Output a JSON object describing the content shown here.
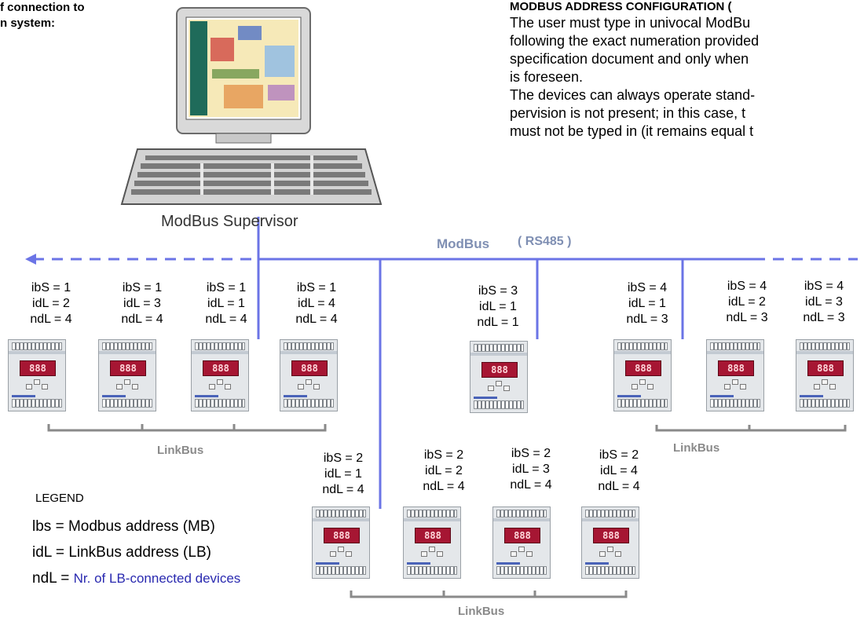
{
  "heading": {
    "line1": "f connection to",
    "line2": "n system:"
  },
  "info": {
    "title": "MODBUS ADDRESS CONFIGURATION (",
    "lines": [
      "The user must  type in univocal ModBu",
      "following the exact numeration provided",
      "specification document and only when",
      "is foreseen.",
      "The devices can always operate stand-",
      "pervision is not present; in this case, t",
      "must not be typed in (it remains equal t"
    ]
  },
  "supervisor_label": "ModBus Supervisor",
  "modbus_label": "ModBus",
  "rs485_label": "( RS485 )",
  "linkbus_label": "LinkBus",
  "devices": [
    {
      "ibs": "ibS = 1",
      "idl": "idL = 2",
      "ndl": "ndL = 4"
    },
    {
      "ibs": "ibS = 1",
      "idl": "idL = 3",
      "ndl": "ndL = 4"
    },
    {
      "ibs": "ibS = 1",
      "idl": "idL = 1",
      "ndl": "ndL = 4"
    },
    {
      "ibs": "ibS = 1",
      "idl": "idL = 4",
      "ndl": "ndL = 4"
    },
    {
      "ibs": "ibS = 3",
      "idl": "idL = 1",
      "ndl": "ndL = 1"
    },
    {
      "ibs": "ibS = 4",
      "idl": "idL = 1",
      "ndl": "ndL = 3"
    },
    {
      "ibs": "ibS = 4",
      "idl": "idL = 2",
      "ndl": "ndL = 3"
    },
    {
      "ibs": "ibS = 4",
      "idl": "idL = 3",
      "ndl": "ndL = 3"
    },
    {
      "ibs": "ibS = 2",
      "idl": "idL = 1",
      "ndl": "ndL = 4"
    },
    {
      "ibs": "ibS = 2",
      "idl": "idL = 2",
      "ndl": "ndL = 4"
    },
    {
      "ibs": "ibS = 2",
      "idl": "idL = 3",
      "ndl": "ndL = 4"
    },
    {
      "ibs": "ibS = 2",
      "idl": "idL = 4",
      "ndl": "ndL = 4"
    }
  ],
  "display_text": "888",
  "legend": {
    "title": "LEGEND",
    "ibs_key": "lbs = ",
    "ibs_desc": "Modbus address (MB)",
    "idl_key": "idL = ",
    "idl_desc": "LinkBus address (LB)",
    "ndl_key": "ndL = ",
    "ndl_desc": "Nr. of LB-connected devices"
  },
  "colors": {
    "modbus_line": "#6b74e6",
    "linkbus_line": "#8a8a8a",
    "display": "#a61633"
  }
}
